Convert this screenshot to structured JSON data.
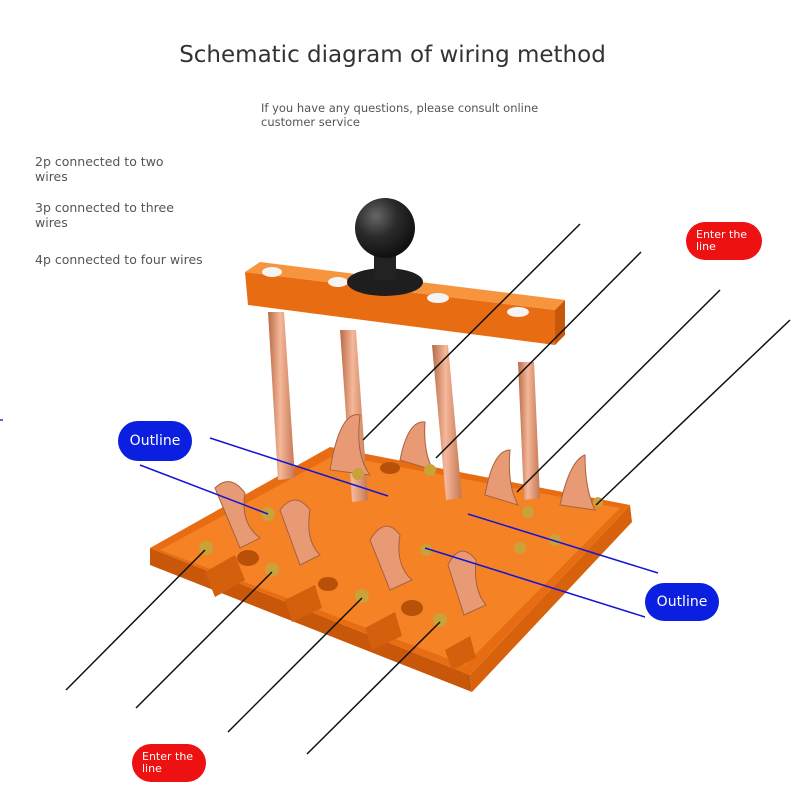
{
  "title": "Schematic diagram of wiring method",
  "subtitle": "If you have any questions, please consult online customer service",
  "notes": {
    "two_pole": "2p connected to two wires",
    "three_pole": "3p connected to three wires",
    "four_pole": "4p connected to four wires"
  },
  "callouts": {
    "outline_left": "Outline",
    "outline_right": "Outline",
    "enter_top_line1": "Enter the",
    "enter_top_line2": "line",
    "enter_bottom_line1": "Enter the",
    "enter_bottom_line2": "line"
  },
  "colors": {
    "outline_pill": "#0a1fe0",
    "enter_pill": "#ee1111",
    "switch_body": "#f07a1a",
    "copper": "#e0906a",
    "knob": "#2a2a2a"
  }
}
